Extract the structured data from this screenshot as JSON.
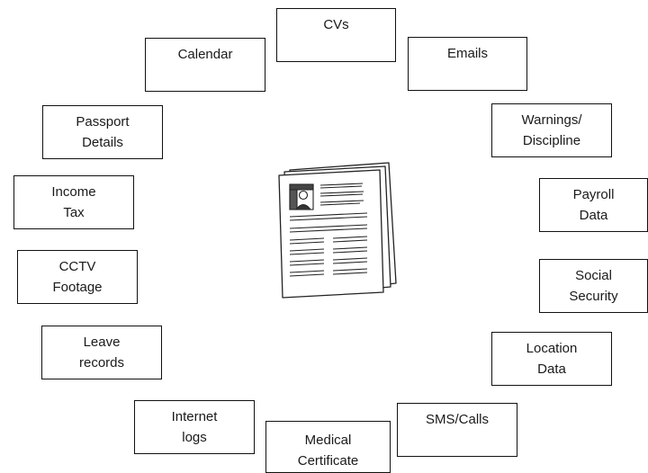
{
  "diagram": {
    "center_icon": "document-with-photo-icon",
    "items": [
      {
        "id": "cvs",
        "label": "CVs"
      },
      {
        "id": "emails",
        "label": "Emails"
      },
      {
        "id": "warnings-discipline",
        "label": "Warnings/\nDiscipline"
      },
      {
        "id": "payroll-data",
        "label": "Payroll\nData"
      },
      {
        "id": "social-security",
        "label": "Social\nSecurity"
      },
      {
        "id": "location-data",
        "label": "Location\nData"
      },
      {
        "id": "sms-calls",
        "label": "SMS/Calls"
      },
      {
        "id": "medical-certificate",
        "label": "Medical\nCertificate"
      },
      {
        "id": "internet-logs",
        "label": "Internet\nlogs"
      },
      {
        "id": "leave-records",
        "label": "Leave\nrecords"
      },
      {
        "id": "cctv-footage",
        "label": "CCTV\nFootage"
      },
      {
        "id": "income-tax",
        "label": "Income\nTax"
      },
      {
        "id": "passport-details",
        "label": "Passport\nDetails"
      },
      {
        "id": "calendar",
        "label": "Calendar"
      }
    ]
  }
}
